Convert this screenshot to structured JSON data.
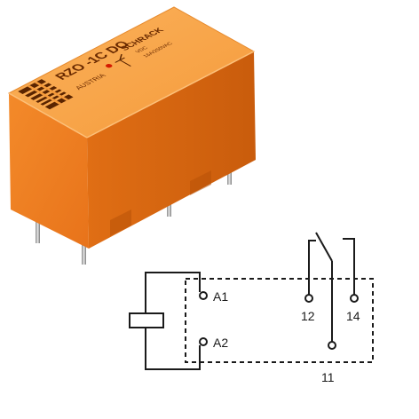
{
  "relay": {
    "model_print": "RZO -1C DO",
    "brand_print": "SCHRACK",
    "country_print": "AUSTRIA",
    "rating_vdc": "VDC",
    "rating_ac": "16A/250VAC"
  },
  "schematic": {
    "terminal_a1": "A1",
    "terminal_a2": "A2",
    "terminal_12": "12",
    "terminal_14": "14",
    "terminal_11": "11"
  },
  "colors": {
    "relay_front": "#f07f1e",
    "relay_top": "#f9a64a",
    "relay_side": "#d4660f",
    "print": "#6a2a00",
    "line": "#1a1a1a"
  }
}
